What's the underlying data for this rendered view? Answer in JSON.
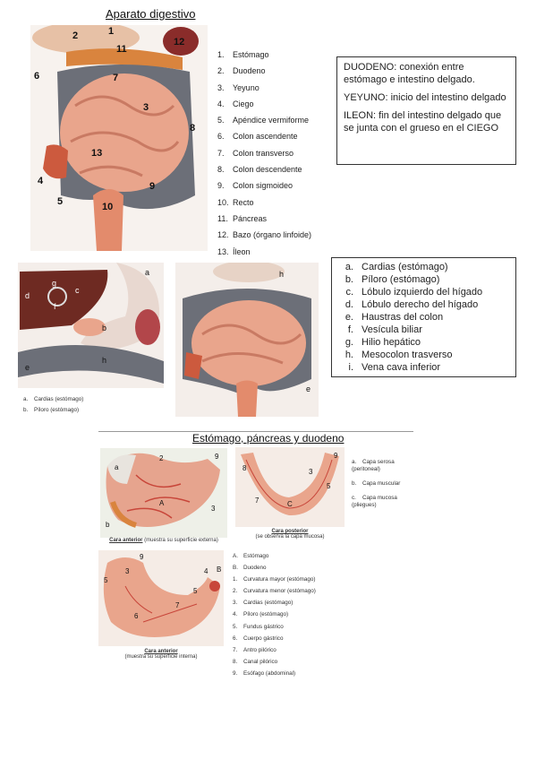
{
  "section1": {
    "title": "Aparato digestivo",
    "figure_labels": [
      "2",
      "1",
      "11",
      "12",
      "7",
      "6",
      "3",
      "8",
      "13",
      "4",
      "5",
      "9",
      "10"
    ],
    "items": [
      {
        "n": "1.",
        "t": "Estómago"
      },
      {
        "n": "2.",
        "t": "Duodeno"
      },
      {
        "n": "3.",
        "t": "Yeyuno"
      },
      {
        "n": "4.",
        "t": "Ciego"
      },
      {
        "n": "5.",
        "t": "Apéndice vermiforme"
      },
      {
        "n": "6.",
        "t": "Colon ascendente"
      },
      {
        "n": "7.",
        "t": "Colon transverso"
      },
      {
        "n": "8.",
        "t": "Colon descendente"
      },
      {
        "n": "9.",
        "t": "Colon sigmoideo"
      },
      {
        "n": "10.",
        "t": "Recto"
      },
      {
        "n": "11.",
        "t": "Páncreas"
      },
      {
        "n": "12.",
        "t": "Bazo (órgano linfoide)"
      },
      {
        "n": "13.",
        "t": "Íleon"
      }
    ],
    "note_box": {
      "p1": "DUODENO: conexión entre estómago e intestino delgado.",
      "p2": "YEYUNO: inicio del intestino delgado",
      "p3": "ILEON: fin del intestino delgado que se junta con el grueso en el CIEGO"
    }
  },
  "section2": {
    "caption_items": [
      {
        "n": "a.",
        "t": "Cardias (estómago)"
      },
      {
        "n": "b.",
        "t": "Píloro (estómago)"
      }
    ],
    "figure_labels_left": [
      "d",
      "g",
      "c",
      "f",
      "b",
      "h",
      "e",
      "a"
    ],
    "figure_labels_right": [
      "h",
      "e"
    ],
    "items": [
      {
        "n": "a.",
        "t": "Cardias (estómago)"
      },
      {
        "n": "b.",
        "t": "Píloro (estómago)"
      },
      {
        "n": "c.",
        "t": "Lóbulo izquierdo del hígado"
      },
      {
        "n": "d.",
        "t": "Lóbulo derecho del hígado"
      },
      {
        "n": "e.",
        "t": "Haustras del colon"
      },
      {
        "n": "f.",
        "t": "Vesícula biliar"
      },
      {
        "n": "g.",
        "t": "Hilio hepático"
      },
      {
        "n": "h.",
        "t": "Mesocolon trasverso"
      },
      {
        "n": "i.",
        "t": "Vena cava inferior"
      }
    ]
  },
  "section3": {
    "title": "Estómago, páncreas y duodeno",
    "fig1_labels": [
      "a",
      "2",
      "9",
      "A",
      "b",
      "3"
    ],
    "fig1_caption": "Cara anterior",
    "fig1_caption_note": "(muestra su superficie externa)",
    "fig2_labels": [
      "8",
      "3",
      "9",
      "5",
      "7",
      "C"
    ],
    "fig2_caption": "Cara posterior",
    "fig2_caption_note": "(se observa la capa mucosa)",
    "layers": [
      {
        "n": "a.",
        "t": "Capa serosa (peritoneal)"
      },
      {
        "n": "b.",
        "t": "Capa muscular"
      },
      {
        "n": "c.",
        "t": "Capa mucosa (pliegues)"
      }
    ],
    "fig3_labels": [
      "9",
      "5",
      "3",
      "4",
      "B",
      "6",
      "5",
      "7"
    ],
    "fig3_caption": "Cara anterior",
    "fig3_caption_note": "(muestra su superficie interna)",
    "items": [
      {
        "n": "A.",
        "t": "Estómago"
      },
      {
        "n": "B.",
        "t": "Duodeno"
      },
      {
        "n": "1.",
        "t": "Curvatura mayor (estómago)"
      },
      {
        "n": "2.",
        "t": "Curvatura menor (estómago)"
      },
      {
        "n": "3.",
        "t": "Cardias (estómago)"
      },
      {
        "n": "4.",
        "t": "Píloro (estómago)"
      },
      {
        "n": "5.",
        "t": "Fundus gástrico"
      },
      {
        "n": "6.",
        "t": "Cuerpo gástrico"
      },
      {
        "n": "7.",
        "t": "Antro pilórico"
      },
      {
        "n": "8.",
        "t": "Canal pilórico"
      },
      {
        "n": "9.",
        "t": "Esófago (abdominal)"
      }
    ]
  },
  "colors": {
    "flesh": "#e9a58c",
    "colon": "#6c6f78",
    "liver": "#6e2a22",
    "stomach_pale": "#e8d8d0",
    "red": "#c8463a",
    "orange": "#d9843e"
  }
}
